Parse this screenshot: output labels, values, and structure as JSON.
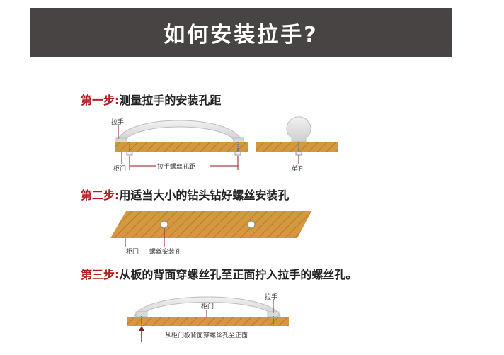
{
  "banner": {
    "title": "如何安装拉手?"
  },
  "steps": [
    {
      "number": "第一步:",
      "text": "测量拉手的安装孔距",
      "labels": {
        "handle": "拉手",
        "door": "柜门",
        "spacing": "拉手螺丝孔距",
        "single_hole": "单孔"
      }
    },
    {
      "number": "第二步:",
      "text": "用适当大小的钻头钻好螺丝安装孔",
      "labels": {
        "door": "柜门",
        "hole": "螺丝安装孔"
      }
    },
    {
      "number": "第三步:",
      "text": "从板的背面穿螺丝孔至正面拧入拉手的螺丝孔。",
      "labels": {
        "handle": "拉手",
        "door": "柜门",
        "screw_through": "从柜门板背面穿螺丝孔至正面"
      }
    }
  ],
  "colors": {
    "banner_bg": "#474443",
    "step_number": "#b01e1e",
    "wood": "#d4993f",
    "wood_stripe": "#b47a2a",
    "handle": "#e2e2e2",
    "leader": "#8b1a1a"
  }
}
